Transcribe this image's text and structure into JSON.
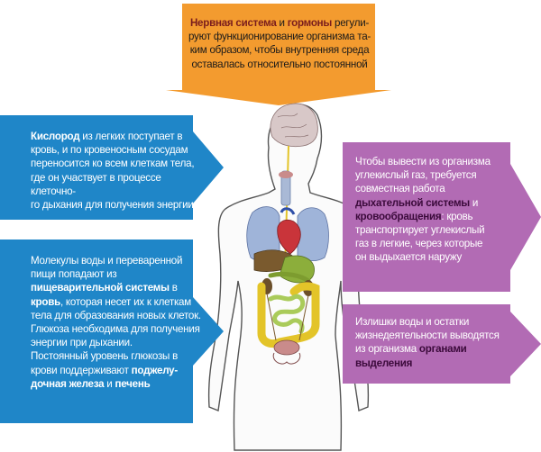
{
  "colors": {
    "orange": "#f39b2f",
    "blue": "#1f86c8",
    "purple": "#b26bb4",
    "organ_red": "#c9343a",
    "organ_green": "#8cae3b",
    "organ_yellow": "#e3c429",
    "lung_blue": "#9fb4d9"
  },
  "top_box": {
    "line1_bold1": "Нервная система",
    "line1_mid": " и ",
    "line1_bold2": "гормоны",
    "line1_rest": " регули-",
    "line2": "руют функционирование организма та-",
    "line3": "ким образом, чтобы внутренняя среда",
    "line4": "оставалась относительно постоянной"
  },
  "oxygen_box": {
    "line1_bold": "Кислород",
    "line1_rest": " из легких поступает в",
    "line2": "кровь, и по кровеносным сосудам",
    "line3": "переносится ко всем клеткам тела,",
    "line4": "где он участвует в процессе клеточно-",
    "line5": "го дыхания для получения энергии"
  },
  "digestion_box": {
    "line1": "Молекулы воды и переваренной",
    "line2": "пищи попадают из",
    "line3_bold": "пищеварительной системы",
    "line3_rest": " в",
    "line4_bold": "кровь",
    "line4_rest": ", которая несет их к клеткам",
    "line5": "тела для образования новых клеток.",
    "line6": "Глюкоза необходима для получения",
    "line7": "энергии при дыхании.",
    "line8": "Постоянный уровень глюкозы в",
    "line9_start": "крови поддерживают ",
    "line9_bold": "поджелу-",
    "line10_bold1": "дочная железа",
    "line10_mid": " и ",
    "line10_bold2": "печень"
  },
  "co2_box": {
    "line1": "Чтобы вывести из организма",
    "line2": "углекислый газ, требуется",
    "line3": "совместная работа",
    "line4_bold": "дыхательной системы",
    "line4_rest": " и",
    "line5_bold": "кровообращения",
    "line5_rest": ": кровь",
    "line6": "транспортирует углекислый",
    "line7": "газ в легкие, через которые",
    "line8": "он выдыхается наружу"
  },
  "excretion_box": {
    "line1": "Излишки воды и остатки",
    "line2": "жизнедеятельности выводятся",
    "line3_start": "из организма ",
    "line3_bold": "органами",
    "line4_bold": "выделения"
  }
}
